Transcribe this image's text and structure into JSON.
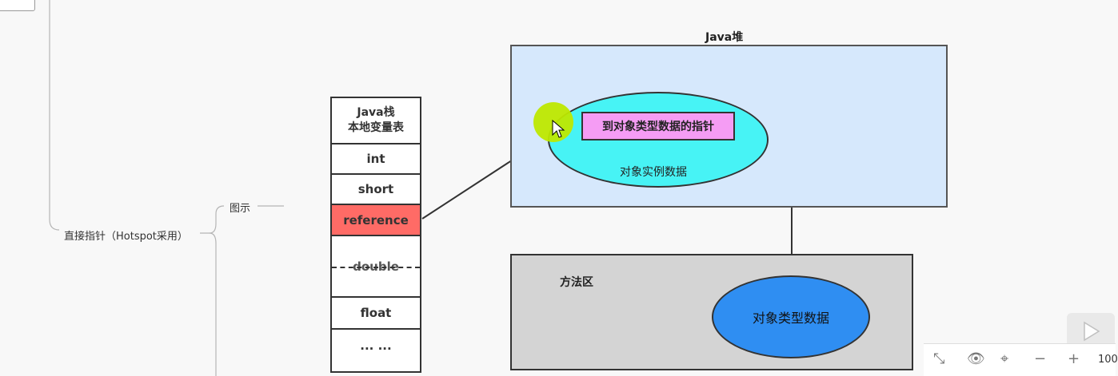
{
  "mindmap": {
    "node_direct_pointer": "直接指针（Hotspot采用）",
    "node_diagram": "图示"
  },
  "stack": {
    "header_line1": "Java栈",
    "header_line2": "本地变量表",
    "rows": [
      "int",
      "short",
      "reference",
      "double",
      "float",
      "... ..."
    ]
  },
  "heap": {
    "title": "Java堆",
    "instance_data": "对象实例数据",
    "pointer_label": "到对象类型数据的指针"
  },
  "method_area": {
    "title": "方法区",
    "type_data": "对象类型数据"
  },
  "toolbar": {
    "zoom_text": "100",
    "icons": [
      "expand-icon",
      "eye-icon",
      "location-pin-icon",
      "zoom-out-icon",
      "zoom-in-icon"
    ]
  },
  "colors": {
    "heap_bg": "#d6e8fc",
    "instance_ellipse": "#47f3f5",
    "pointer_box": "#f59cf4",
    "reference_cell": "#ff6b66",
    "type_ellipse": "#2f8ef2",
    "method_area_bg": "#d4d4d4"
  }
}
